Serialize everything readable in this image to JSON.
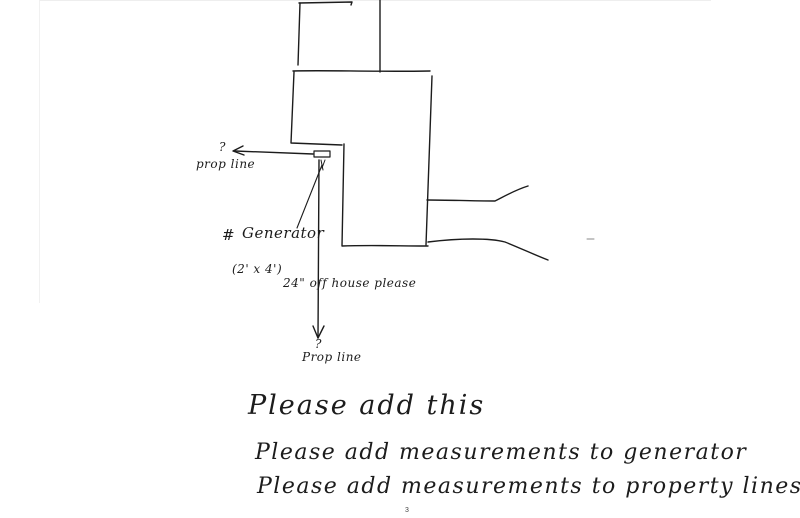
{
  "sketch": {
    "labels": {
      "west_prop_line_question": "?",
      "west_prop_line": "prop line",
      "generator_marker": "#",
      "generator": "Generator",
      "generator_size": "(2' x 4')",
      "offset_note": "24\" off house please",
      "south_prop_line_question": "?",
      "south_prop_line": "Prop line"
    },
    "stroke_color": "#1c1c1c"
  },
  "notes": {
    "title": "Please add this",
    "lines": [
      "Please add measurements to generator",
      "Please add measurements to property lines"
    ]
  },
  "page": {
    "number": "3"
  }
}
